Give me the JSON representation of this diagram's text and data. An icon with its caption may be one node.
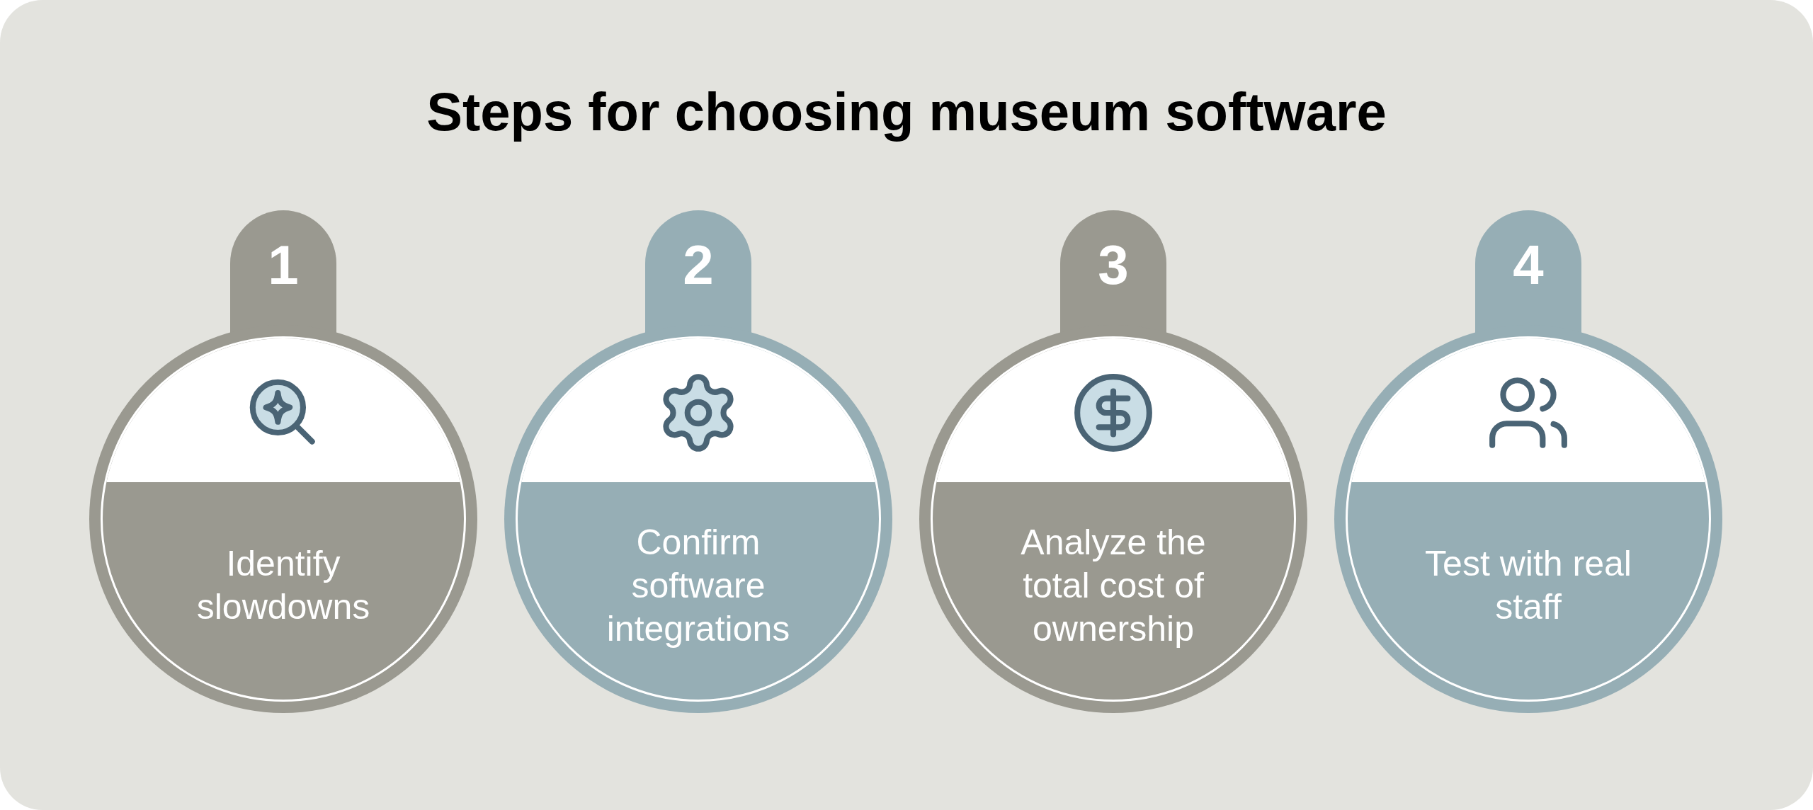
{
  "diagram": {
    "title": "Steps for choosing museum software",
    "nodes": [
      {
        "text": [
          "1",
          "Identify slowdowns"
        ]
      },
      {
        "text": [
          "2",
          "Confirm software integrations"
        ]
      },
      {
        "text": [
          "3",
          "Analyze the total cost of ownership"
        ]
      },
      {
        "text": [
          "4",
          "Test with real staff"
        ]
      }
    ]
  }
}
